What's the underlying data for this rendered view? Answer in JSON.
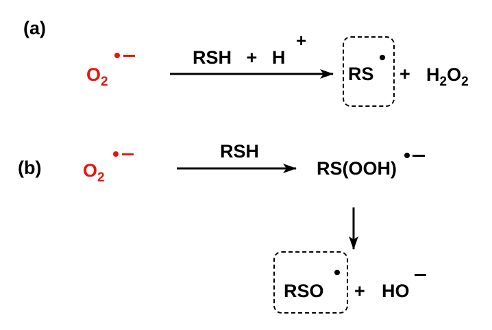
{
  "colors": {
    "superoxide": "#e8140c",
    "ink": "#000000"
  },
  "panel_a": {
    "label": "(a)",
    "reactant": {
      "base": "O",
      "subscript": "2"
    },
    "reagents": {
      "left": "RSH",
      "plus": "+",
      "right": "H",
      "superscript": "+"
    },
    "product_radical": "RS",
    "plus": "+",
    "byproduct": {
      "h": "H",
      "h_sub": "2",
      "o": "O",
      "o_sub": "2"
    }
  },
  "panel_b": {
    "label": "(b)",
    "reactant": {
      "base": "O",
      "subscript": "2"
    },
    "reagent": "RSH",
    "intermediate": "RS(OOH)",
    "product_radical": "RSO",
    "plus": "+",
    "byproduct": "HO"
  }
}
